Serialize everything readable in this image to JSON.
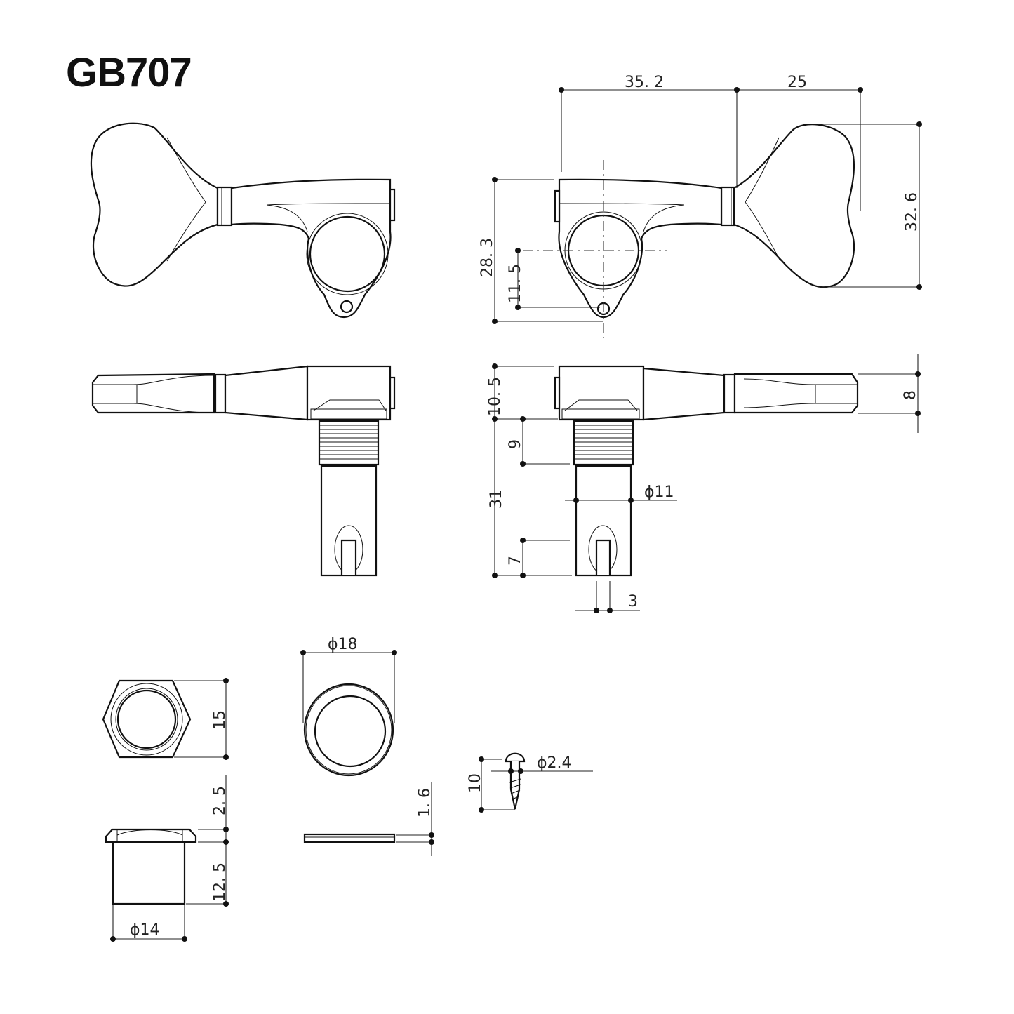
{
  "title": "GB707",
  "dimensions": {
    "front_view": {
      "post_to_shaft_width": "35. 2",
      "button_width": "25",
      "button_height": "32. 6",
      "housing_height": "28. 3",
      "post_center_to_screw": "11. 5"
    },
    "side_view": {
      "housing_thickness": "10. 5",
      "button_thickness": "8",
      "post_length": "31",
      "thread_length": "9",
      "post_diameter": "ϕ11",
      "slot_depth": "7",
      "slot_width": "3"
    },
    "hex_nut": {
      "across_flats": "15"
    },
    "washer": {
      "diameter": "ϕ18",
      "thickness": "1. 6"
    },
    "bushing": {
      "flange_height": "2. 5",
      "body_height": "12. 5",
      "diameter": "ϕ14"
    },
    "screw": {
      "length": "10",
      "diameter": "ϕ2.4"
    }
  }
}
